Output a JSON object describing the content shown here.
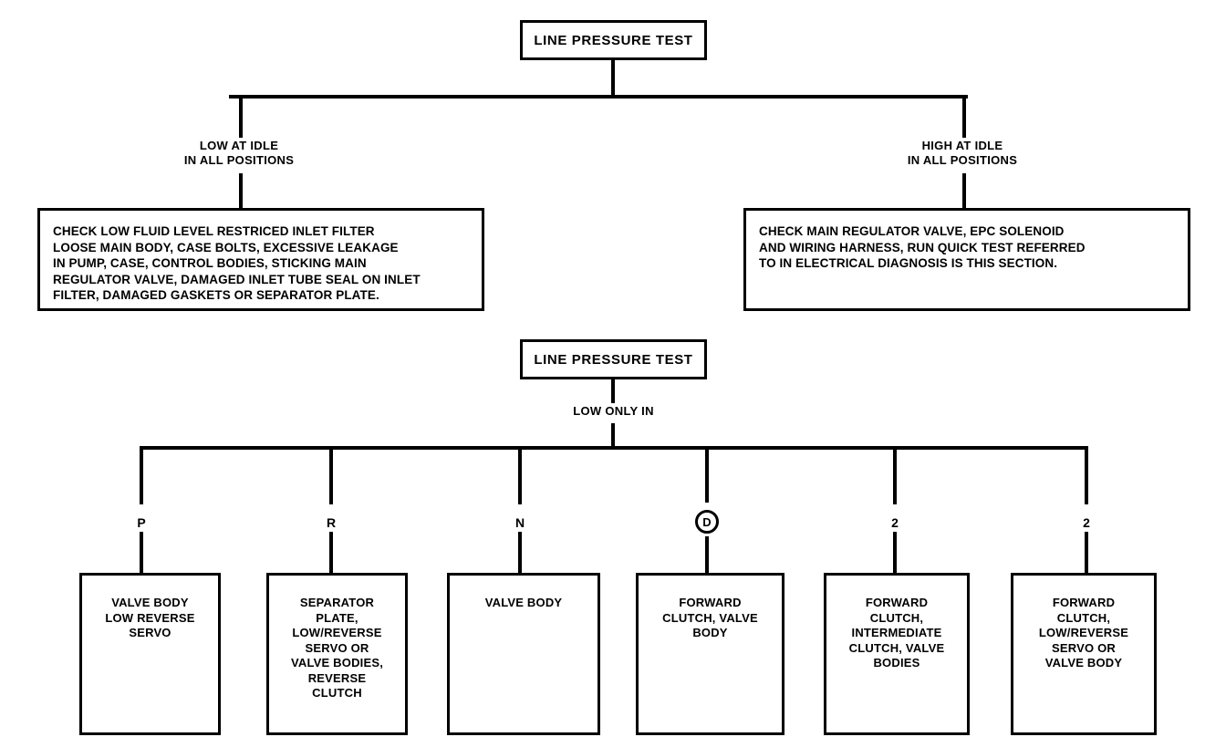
{
  "diagram": {
    "title": "LINE PRESSURE TEST",
    "root": {
      "label": "LINE PRESSURE TEST"
    },
    "branches": {
      "left": {
        "line1": "LOW AT IDLE",
        "line2": "IN ALL POSITIONS"
      },
      "right": {
        "line1": "HIGH AT IDLE",
        "line2": "IN ALL POSITIONS"
      }
    },
    "left_box": {
      "lines": [
        "CHECK LOW FLUID LEVEL RESTRICED INLET FILTER",
        "LOOSE MAIN BODY, CASE BOLTS, EXCESSIVE LEAKAGE",
        "IN PUMP, CASE, CONTROL BODIES, STICKING MAIN",
        "REGULATOR VALVE, DAMAGED INLET TUBE SEAL ON INLET",
        "FILTER, DAMAGED GASKETS OR SEPARATOR PLATE."
      ]
    },
    "right_box": {
      "lines": [
        "CHECK MAIN REGULATOR VALVE, EPC SOLENOID",
        "AND WIRING HARNESS, RUN QUICK TEST REFERRED",
        "TO IN ELECTRICAL DIAGNOSIS IS THIS SECTION."
      ]
    },
    "second_root": {
      "label": "LINE PRESSURE TEST"
    },
    "second_branch_label": "LOW ONLY IN",
    "gear_positions": [
      {
        "symbol": "P",
        "circled": false
      },
      {
        "symbol": "R",
        "circled": false
      },
      {
        "symbol": "N",
        "circled": false
      },
      {
        "symbol": "D",
        "circled": true
      },
      {
        "symbol": "2",
        "circled": false
      },
      {
        "symbol": "2",
        "circled": false
      }
    ],
    "leaf_boxes": [
      {
        "lines": [
          "VALVE BODY",
          "LOW REVERSE",
          "SERVO"
        ]
      },
      {
        "lines": [
          "SEPARATOR",
          "PLATE,",
          "LOW/REVERSE",
          "SERVO OR",
          "VALVE BODIES,",
          "REVERSE",
          "CLUTCH"
        ]
      },
      {
        "lines": [
          "VALVE BODY"
        ]
      },
      {
        "lines": [
          "FORWARD",
          "CLUTCH, VALVE",
          "BODY"
        ]
      },
      {
        "lines": [
          "FORWARD",
          "CLUTCH,",
          "INTERMEDIATE",
          "CLUTCH, VALVE",
          "BODIES"
        ]
      },
      {
        "lines": [
          "FORWARD",
          "CLUTCH,",
          "LOW/REVERSE",
          "SERVO OR",
          "VALVE BODY"
        ]
      }
    ],
    "colors": {
      "ink": "#000000",
      "paper": "#ffffff"
    }
  }
}
